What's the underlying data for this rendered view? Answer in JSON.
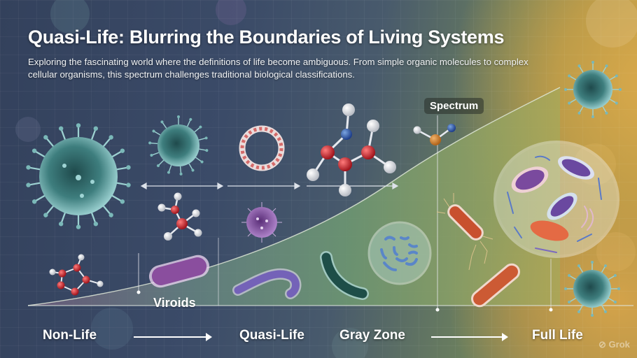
{
  "header": {
    "title": "Quasi-Life: Blurring the Boundaries of Living Systems",
    "subtitle": "Exploring the fascinating world where the definitions of life become ambiguous. From simple organic molecules to complex cellular organisms, this spectrum challenges traditional biological classifications."
  },
  "diagram": {
    "spectrum_label": "Spectrum",
    "region_label": "Viroids",
    "stages": [
      {
        "label": "Non-Life"
      },
      {
        "label": "Quasi-Life"
      },
      {
        "label": "Gray Zone"
      },
      {
        "label": "Full Life"
      }
    ],
    "elements": [
      {
        "id": "large-virus",
        "icon": "virus-icon",
        "color": "#8ecfcf"
      },
      {
        "id": "small-virus",
        "icon": "virus-icon",
        "color": "#8ecfcf"
      },
      {
        "id": "ring-molecule",
        "icon": "ring-icon",
        "color": "#d06a6a"
      },
      {
        "id": "molecule-nitrogen",
        "icon": "molecule-icon",
        "color": "#c0303a"
      },
      {
        "id": "molecule-orange",
        "icon": "molecule-icon",
        "color": "#d88a3a"
      },
      {
        "id": "molecule-small",
        "icon": "molecule-icon",
        "color": "#c0303a"
      },
      {
        "id": "purple-virus",
        "icon": "virus-icon",
        "color": "#8a5aa8"
      },
      {
        "id": "pentagon-molecule",
        "icon": "molecule-icon",
        "color": "#c0303a"
      },
      {
        "id": "purple-bacterium",
        "icon": "bacterium-icon",
        "color": "#9a66b0"
      },
      {
        "id": "worm-bacterium",
        "icon": "bacterium-icon",
        "color": "#7a6ac0"
      },
      {
        "id": "green-bacterium",
        "icon": "bacterium-icon",
        "color": "#1e5a50"
      },
      {
        "id": "prokaryote-cell",
        "icon": "cell-icon",
        "color": "#5a8ac8"
      },
      {
        "id": "red-bacterium-flagella",
        "icon": "bacterium-icon",
        "color": "#d0603a"
      },
      {
        "id": "red-bacterium",
        "icon": "bacterium-icon",
        "color": "#d0603a"
      },
      {
        "id": "eukaryote-cell",
        "icon": "cell-icon",
        "color": "#e8e8f0"
      },
      {
        "id": "teal-virus-right-top",
        "icon": "virus-icon",
        "color": "#8ecfcf"
      },
      {
        "id": "teal-virus-right-bottom",
        "icon": "virus-icon",
        "color": "#8ecfcf"
      }
    ]
  },
  "colors": {
    "background_left": "#33415c",
    "background_right": "#d9a94a",
    "curve_fill": "#6f9a78",
    "text": "#ffffff"
  },
  "watermark": "Grok"
}
